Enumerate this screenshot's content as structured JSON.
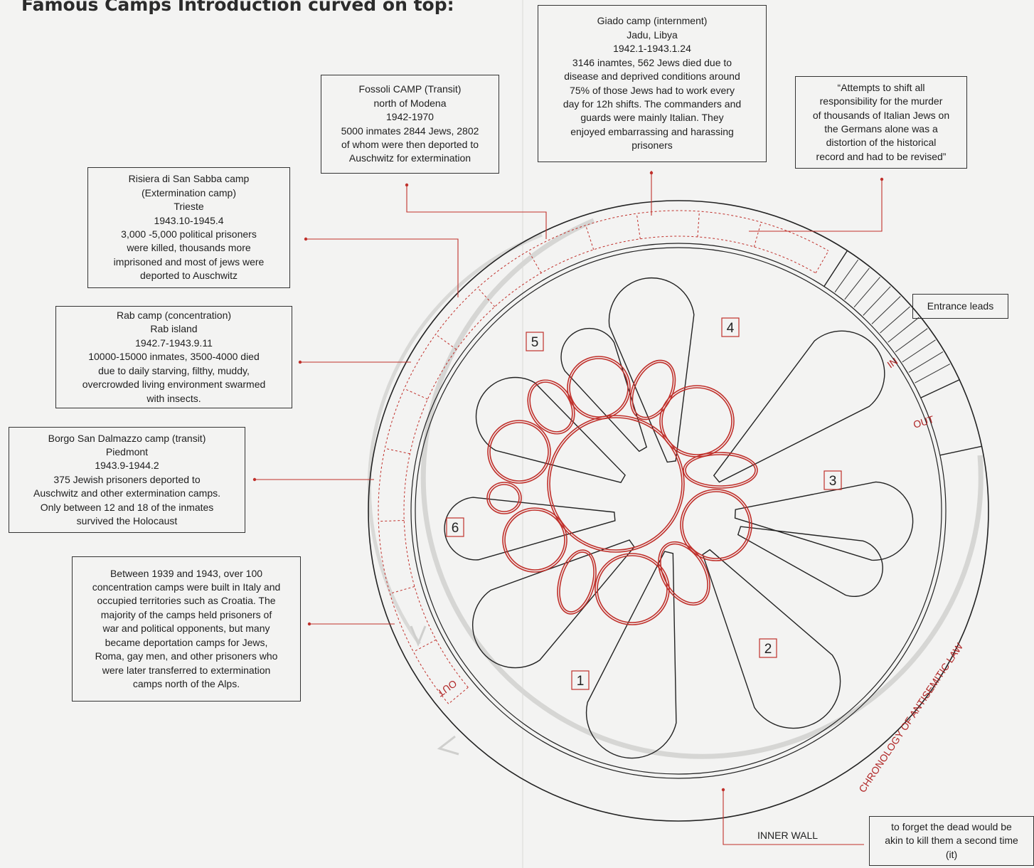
{
  "title": "Famous Camps Introduction curved on top:",
  "boxes": {
    "giado": [
      "Giado camp (internment)",
      "Jadu, Libya",
      "1942.1-1943.1.24",
      "3146 inamtes, 562 Jews died due to",
      "disease and deprived conditions around",
      "75% of those Jews had to work every",
      "day for 12h shifts. The commanders and",
      "guards were mainly Italian. They",
      "enjoyed embarrassing and harassing",
      "prisoners"
    ],
    "fossoli": [
      "Fossoli CAMP (Transit)",
      "north of Modena",
      "1942-1970",
      "5000 inmates 2844 Jews, 2802",
      "of whom were then deported to",
      "Auschwitz for extermination"
    ],
    "quote": [
      "“Attempts to shift all",
      "responsibility for the murder",
      "of thousands of Italian Jews on",
      "the Germans alone was a",
      "distortion of the historical",
      "record and had to be revised”"
    ],
    "risiera": [
      "Risiera di San Sabba camp",
      "(Extermination camp)",
      "Trieste",
      "1943.10-1945.4",
      "3,000 -5,000 political prisoners",
      "were killed, thousands more",
      "imprisoned and most of jews were",
      "deported to Auschwitz"
    ],
    "rab": [
      "Rab camp (concentration)",
      "Rab island",
      "1942.7-1943.9.11",
      "10000-15000 inmates, 3500-4000 died",
      "due to daily starving, filthy, muddy,",
      "overcrowded living environment swarmed",
      "with insects."
    ],
    "borgo": [
      "Borgo San Dalmazzo camp (transit)",
      "Piedmont",
      "1943.9-1944.2",
      "375 Jewish prisoners deported to",
      "Auschwitz and other extermination camps.",
      "Only between 12 and 18 of the inmates",
      "survived the Holocaust"
    ],
    "intro": [
      "Between 1939 and 1943, over 100",
      "concentration camps were built in Italy and",
      "occupied territories such as Croatia. The",
      "majority of the camps held prisoners of",
      "war and political opponents, but many",
      "became deportation camps for Jews,",
      "Roma, gay men, and other prisoners who",
      "were later transferred to extermination",
      "camps north of the Alps."
    ],
    "entrance": [
      "Entrance leads"
    ],
    "forget": [
      "to forget the dead would be",
      "akin to kill them a second time",
      "(it)"
    ]
  },
  "labels": {
    "in": "IN",
    "out_right": "OUT",
    "out_left": "OUT",
    "inner_wall": "INNER WALL",
    "chronology": "CHRONOLOGY OF ANTISEMITIC LAW"
  },
  "zones": [
    "1",
    "2",
    "3",
    "4",
    "5",
    "6"
  ],
  "colors": {
    "accent": "#c0302b",
    "ink": "#1e1e1e",
    "ghost": "#d4d4d2"
  }
}
